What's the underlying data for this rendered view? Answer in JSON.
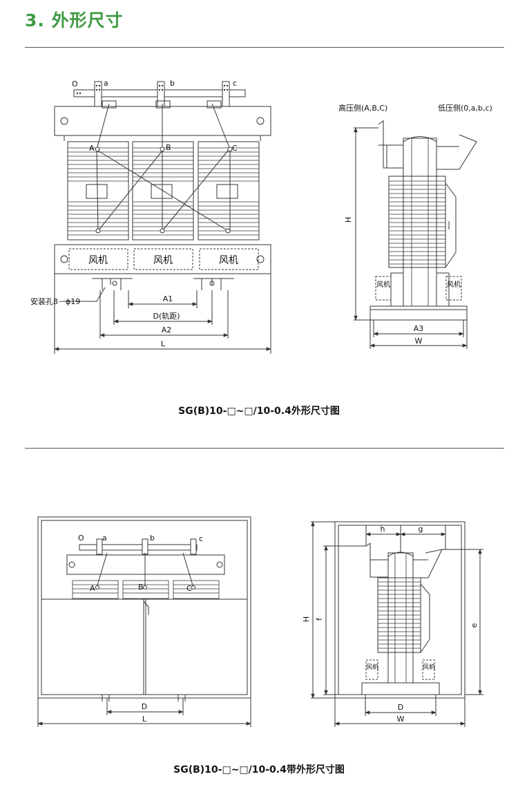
{
  "section": {
    "heading": "3. 外形尺寸"
  },
  "figure1": {
    "caption": "SG(B)10-□~□/10-0.4外形尺寸图",
    "terminals": [
      "O",
      "a",
      "b",
      "c"
    ],
    "phases": [
      "A",
      "B",
      "C"
    ],
    "fan_label": "风机",
    "mount_hole_label": "安装孔8－ϕ19",
    "dims": {
      "a1": "A1",
      "d": "D(轨距)",
      "a2": "A2",
      "l": "L",
      "h": "H",
      "a3": "A3",
      "w": "W"
    },
    "side": {
      "hv_label": "高压侧(A,B,C)",
      "lv_label": "低压侧(0,a,b,c)"
    }
  },
  "figure2": {
    "caption": "SG(B)10-□~□/10-0.4带外形尺寸图",
    "terminals": [
      "O",
      "a",
      "b",
      "c"
    ],
    "phases": [
      "A",
      "B",
      "C"
    ],
    "fan_label": "风机",
    "dims": {
      "d": "D",
      "l": "L",
      "h": "H",
      "f": "f",
      "e": "e",
      "hh": "h",
      "g": "g",
      "d2": "D",
      "w": "W"
    }
  },
  "colors": {
    "heading": "#3f9a43",
    "line": "#333333"
  }
}
